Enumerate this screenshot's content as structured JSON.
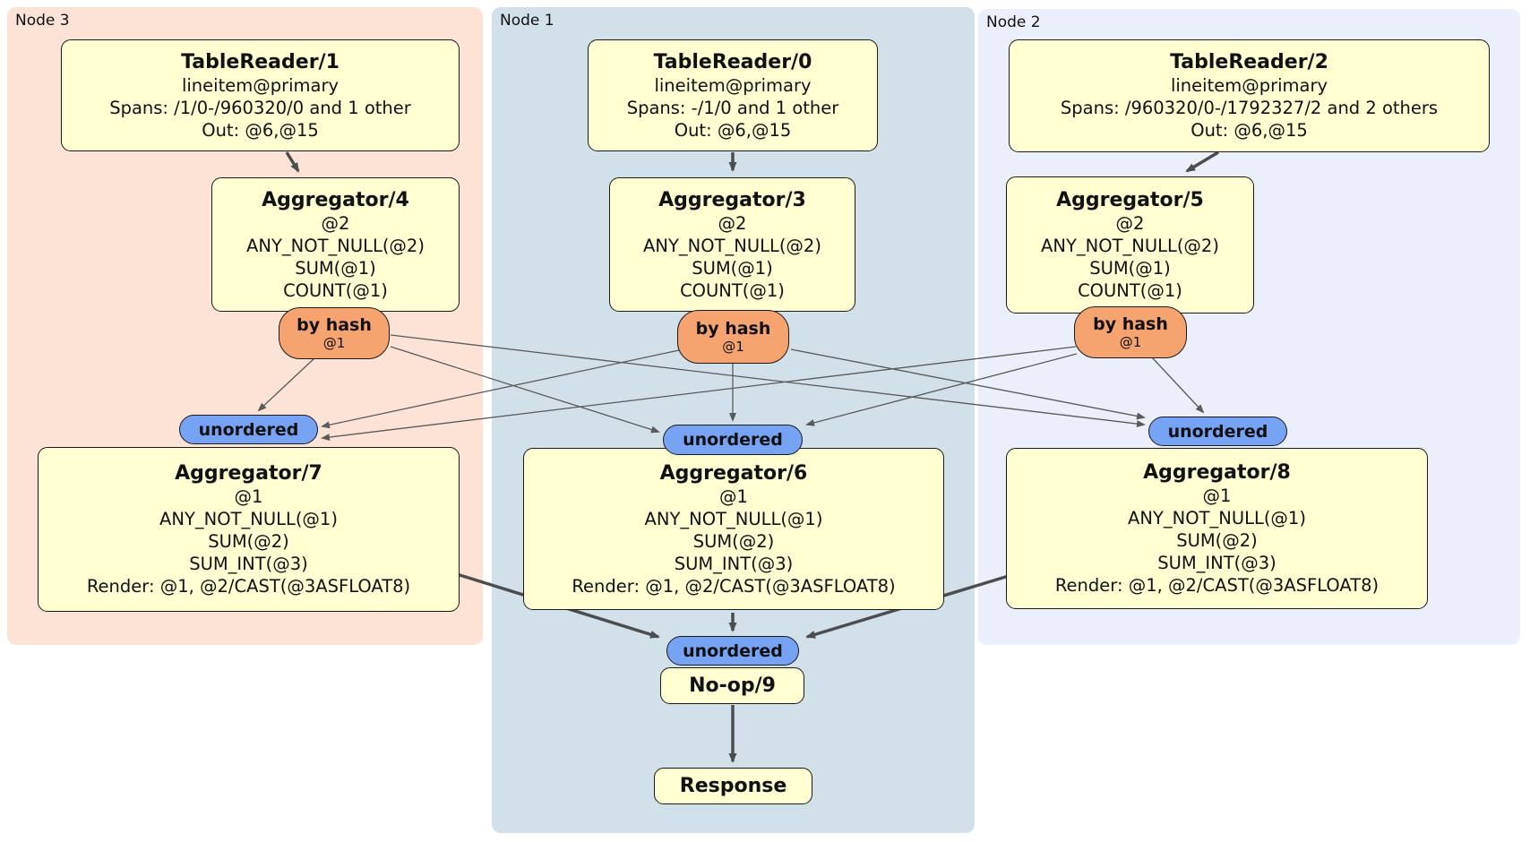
{
  "groups": {
    "node3": {
      "label": "Node 3"
    },
    "node1": {
      "label": "Node 1"
    },
    "node2": {
      "label": "Node 2"
    }
  },
  "processors": {
    "tablereader1": {
      "title": "TableReader/1",
      "lines": [
        "lineitem@primary",
        "Spans: /1/0-/960320/0 and 1 other",
        "Out: @6,@15"
      ]
    },
    "tablereader0": {
      "title": "TableReader/0",
      "lines": [
        "lineitem@primary",
        "Spans: -/1/0 and 1 other",
        "Out: @6,@15"
      ]
    },
    "tablereader2": {
      "title": "TableReader/2",
      "lines": [
        "lineitem@primary",
        "Spans: /960320/0-/1792327/2 and 2 others",
        "Out: @6,@15"
      ]
    },
    "aggregator4": {
      "title": "Aggregator/4",
      "lines": [
        "@2",
        "ANY_NOT_NULL(@2)",
        "SUM(@1)",
        "COUNT(@1)"
      ]
    },
    "aggregator3": {
      "title": "Aggregator/3",
      "lines": [
        "@2",
        "ANY_NOT_NULL(@2)",
        "SUM(@1)",
        "COUNT(@1)"
      ]
    },
    "aggregator5": {
      "title": "Aggregator/5",
      "lines": [
        "@2",
        "ANY_NOT_NULL(@2)",
        "SUM(@1)",
        "COUNT(@1)"
      ]
    },
    "aggregator7": {
      "title": "Aggregator/7",
      "lines": [
        "@1",
        "ANY_NOT_NULL(@1)",
        "SUM(@2)",
        "SUM_INT(@3)",
        "Render: @1, @2/CAST(@3ASFLOAT8)"
      ]
    },
    "aggregator6": {
      "title": "Aggregator/6",
      "lines": [
        "@1",
        "ANY_NOT_NULL(@1)",
        "SUM(@2)",
        "SUM_INT(@3)",
        "Render: @1, @2/CAST(@3ASFLOAT8)"
      ]
    },
    "aggregator8": {
      "title": "Aggregator/8",
      "lines": [
        "@1",
        "ANY_NOT_NULL(@1)",
        "SUM(@2)",
        "SUM_INT(@3)",
        "Render: @1, @2/CAST(@3ASFLOAT8)"
      ]
    },
    "noop9": {
      "title": "No-op/9"
    },
    "response": {
      "title": "Response"
    }
  },
  "streams": {
    "router": {
      "label": "by hash",
      "detail": "@1"
    },
    "sync": {
      "label": "unordered"
    }
  },
  "edges": [
    {
      "from": "tablereader1",
      "to": "aggregator4"
    },
    {
      "from": "tablereader0",
      "to": "aggregator3"
    },
    {
      "from": "tablereader2",
      "to": "aggregator5"
    },
    {
      "from": "aggregator4-router",
      "to": "aggregator7-sync"
    },
    {
      "from": "aggregator4-router",
      "to": "aggregator6-sync"
    },
    {
      "from": "aggregator4-router",
      "to": "aggregator8-sync"
    },
    {
      "from": "aggregator3-router",
      "to": "aggregator7-sync"
    },
    {
      "from": "aggregator3-router",
      "to": "aggregator6-sync"
    },
    {
      "from": "aggregator3-router",
      "to": "aggregator8-sync"
    },
    {
      "from": "aggregator5-router",
      "to": "aggregator7-sync"
    },
    {
      "from": "aggregator5-router",
      "to": "aggregator6-sync"
    },
    {
      "from": "aggregator5-router",
      "to": "aggregator8-sync"
    },
    {
      "from": "aggregator7",
      "to": "noop9-sync"
    },
    {
      "from": "aggregator6",
      "to": "noop9-sync"
    },
    {
      "from": "aggregator8",
      "to": "noop9-sync"
    },
    {
      "from": "noop9",
      "to": "response"
    }
  ],
  "colors": {
    "node3_bg": "#fce3d6",
    "node1_bg": "#d2e0ea",
    "node2_bg": "#eaeffb",
    "processor_fill": "#ffffd2",
    "router_fill": "#f5a470",
    "sync_fill": "#76a3f3",
    "edge": "#4d4d4d"
  }
}
